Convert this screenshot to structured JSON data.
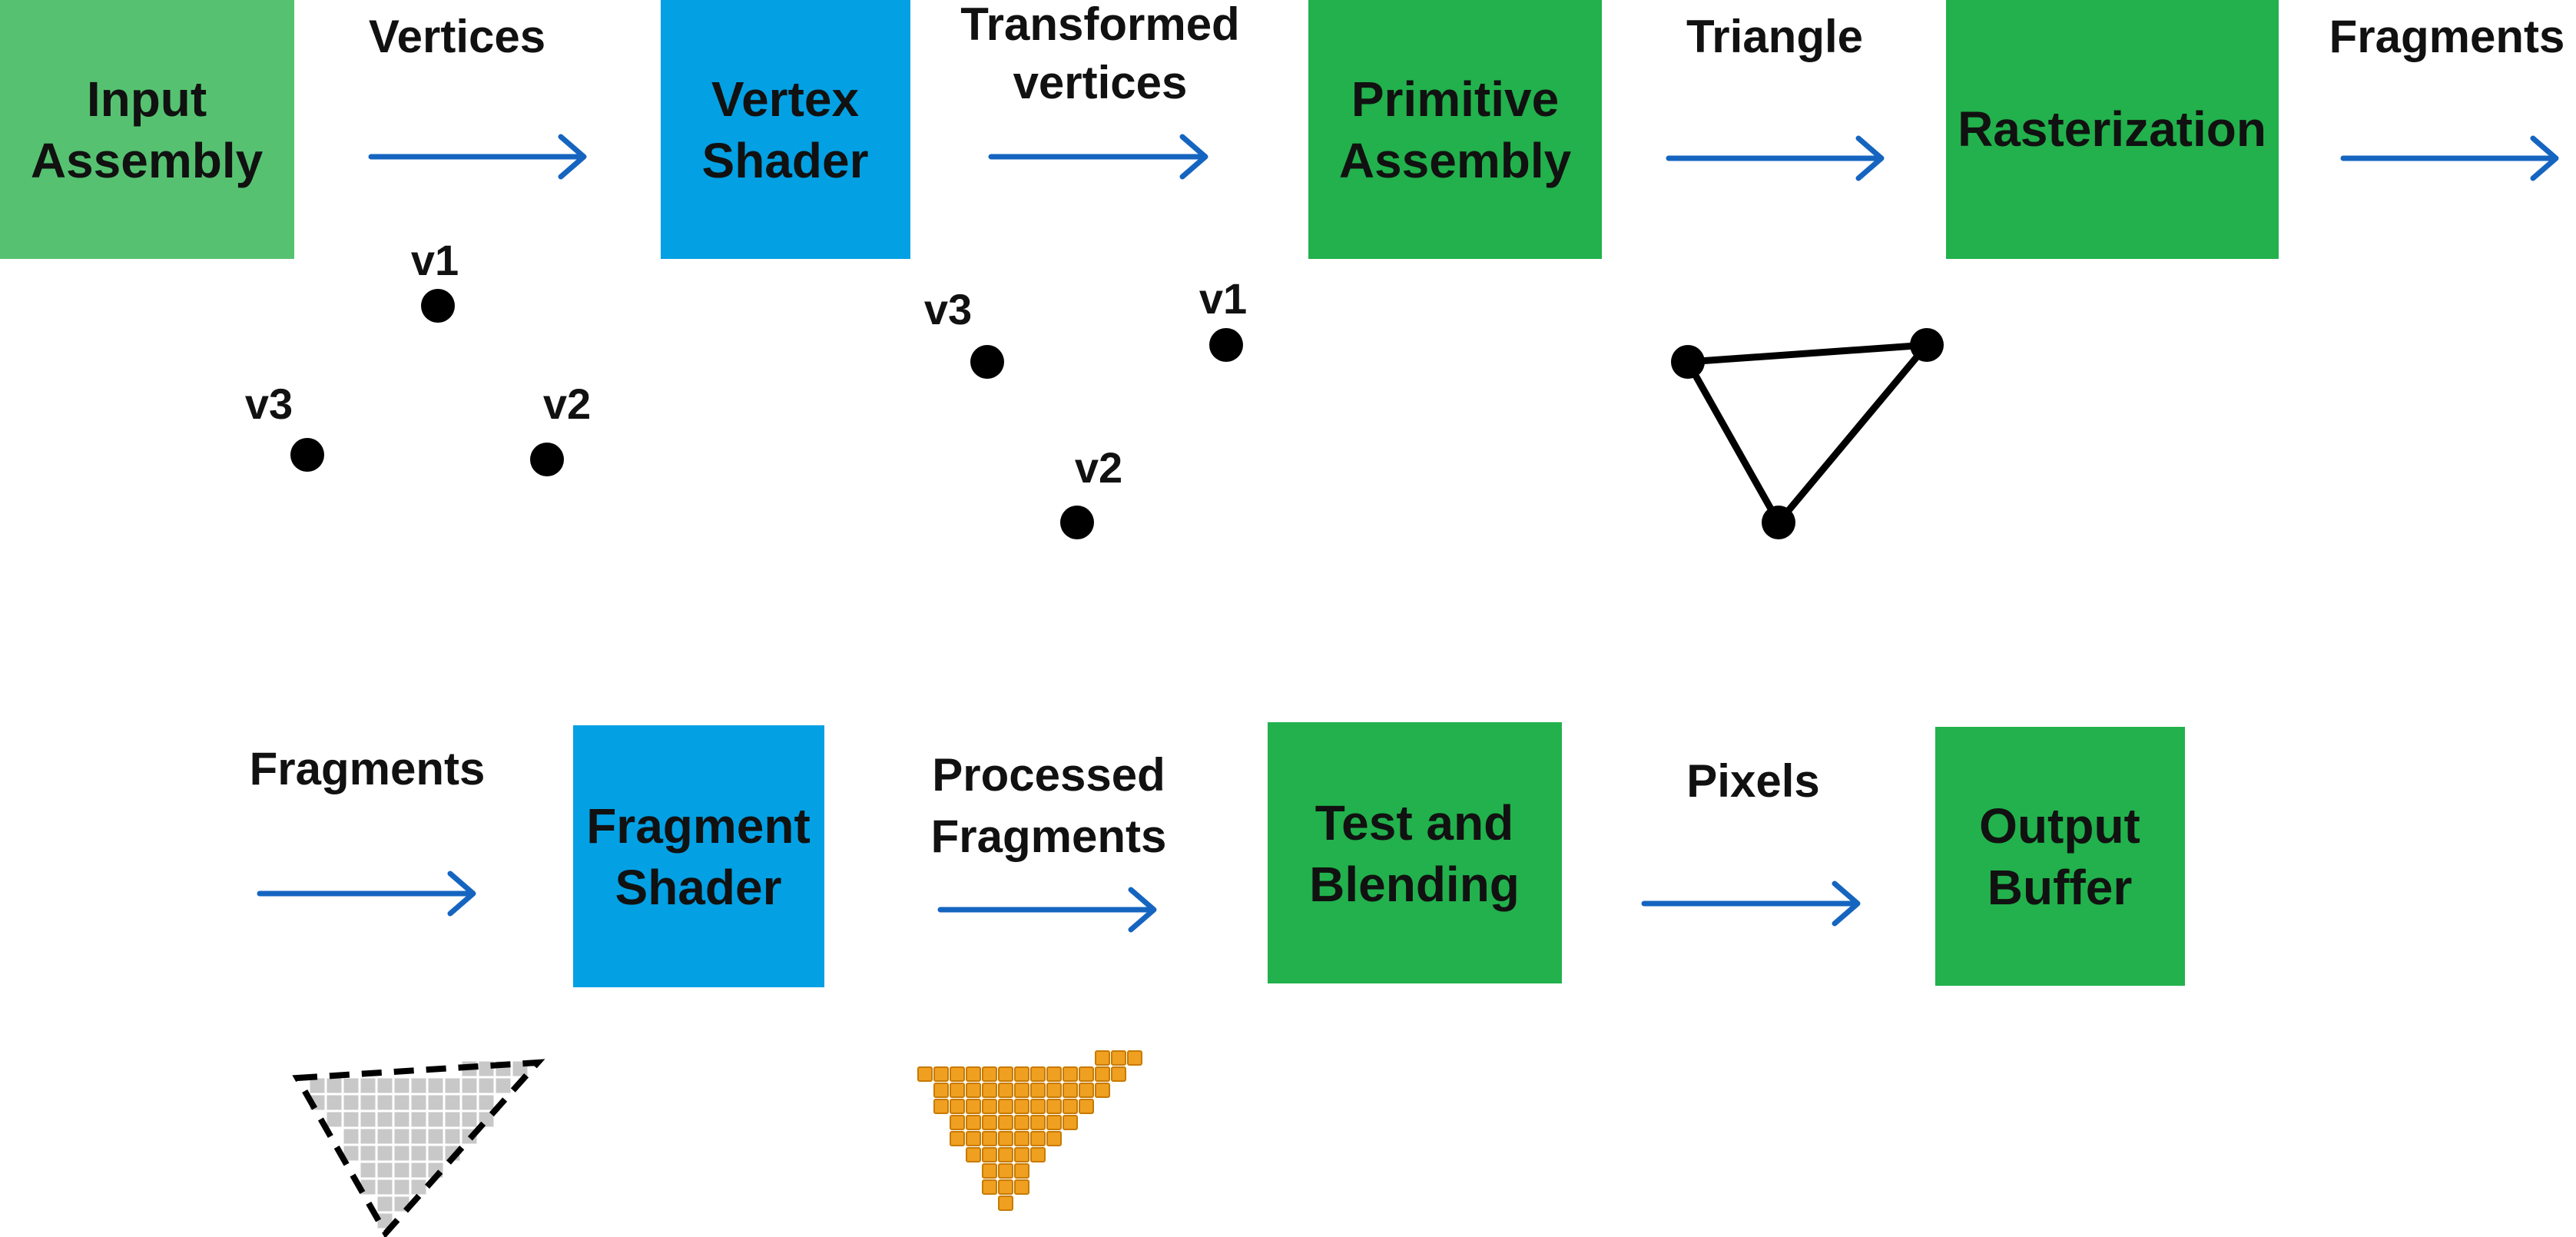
{
  "colors": {
    "light_green": "#56c271",
    "green": "#22b14c",
    "blue": "#03a0e4",
    "arrow": "#1565c0",
    "fragment_gray": "#c8c8c8",
    "processed_orange": "#f0a020"
  },
  "stages": {
    "input_assembly": [
      "Input",
      "Assembly"
    ],
    "vertex_shader": [
      "Vertex",
      "Shader"
    ],
    "primitive_assembly": [
      "Primitive",
      "Assembly"
    ],
    "rasterization": [
      "Rasterization"
    ],
    "fragment_shader": [
      "Fragment",
      "Shader"
    ],
    "test_blending": [
      "Test and",
      "Blending"
    ],
    "output_buffer": [
      "Output",
      "Buffer"
    ]
  },
  "flows": {
    "vertices": [
      "Vertices"
    ],
    "transformed_vertices": [
      "Transformed",
      "vertices"
    ],
    "triangle": [
      "Triangle"
    ],
    "fragments_top": [
      "Fragments"
    ],
    "fragments_bottom": [
      "Fragments"
    ],
    "processed_fragments": [
      "Processed",
      "Fragments"
    ],
    "pixels": [
      "Pixels"
    ]
  },
  "vertex_labels": {
    "input": [
      "v1",
      "v2",
      "v3"
    ],
    "transformed": [
      "v1",
      "v2",
      "v3"
    ]
  }
}
